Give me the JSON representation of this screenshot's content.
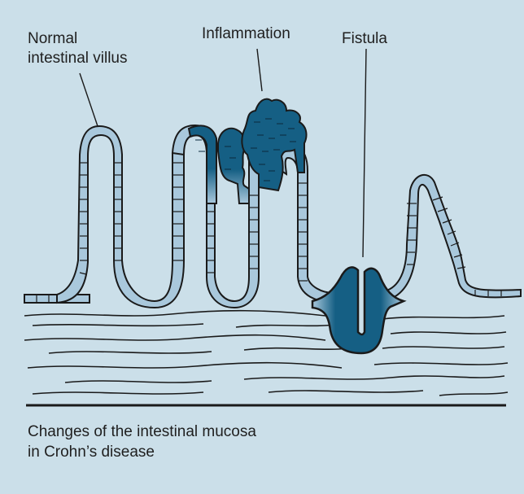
{
  "labels": {
    "villus_line1": "Normal",
    "villus_line2": "intestinal villus",
    "inflammation": "Inflammation",
    "fistula": "Fistula"
  },
  "caption": {
    "line1": "Changes of the intestinal mucosa",
    "line2": "in Crohn’s disease"
  },
  "colors": {
    "background": "#cbdfe9",
    "cell": "#a9c8dc",
    "inflamed": "#155f84",
    "outline": "#1a1a1a"
  }
}
